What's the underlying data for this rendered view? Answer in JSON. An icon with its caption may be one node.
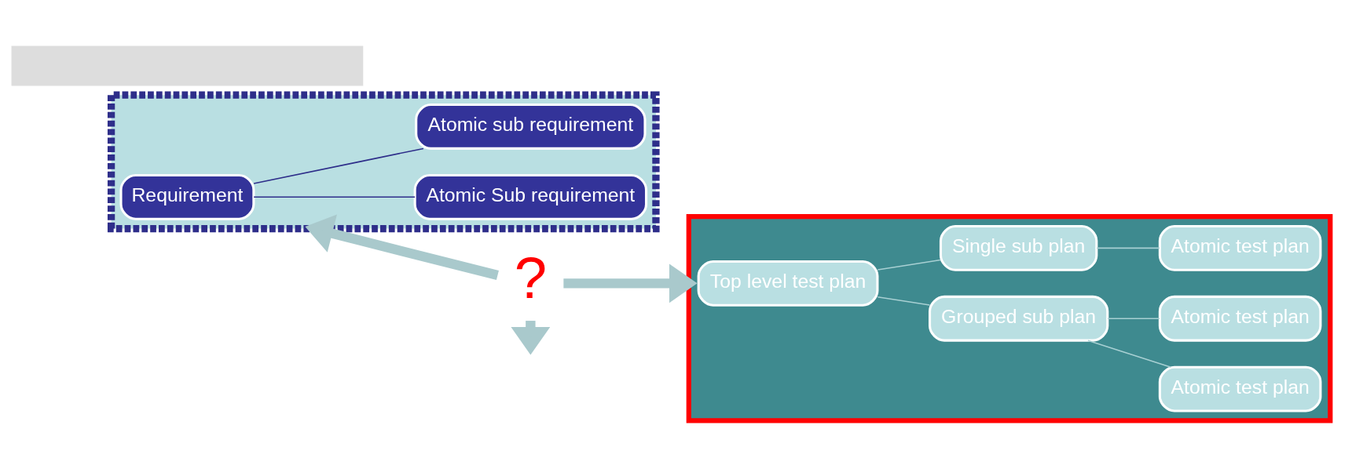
{
  "diagram": {
    "nodes": [
      {
        "text": [],
        "shape": "box"
      },
      {
        "text": [
          "Requirement"
        ],
        "in": 0
      },
      {
        "text": [
          "Atomic Sub requirement"
        ],
        "in": 0
      },
      {
        "text": [
          "Atomic sub requirement"
        ],
        "in": 0
      },
      {
        "text": [],
        "shape": "box"
      },
      {
        "text": [
          "Top level test plan"
        ],
        "in": 4
      },
      {
        "text": [
          "Grouped sub plan"
        ],
        "in": 4
      },
      {
        "text": [
          "Single sub plan"
        ],
        "in": 4
      },
      {
        "text": [
          "Atomic test plan"
        ],
        "in": 4
      },
      {
        "text": [
          "Atomic test plan"
        ],
        "in": 4
      },
      {
        "text": [
          "Atomic test plan"
        ],
        "in": 4
      },
      {
        "text": [
          "?"
        ]
      },
      {
        "text": [],
        "shape": "bar"
      }
    ],
    "edges": [
      {
        "from": 1,
        "to": 2,
        "arrow": "none",
        "color": "#2e2e8a"
      },
      {
        "from": 1,
        "to": 3,
        "arrow": "none",
        "color": "#2e2e8a"
      },
      {
        "from": 5,
        "to": 6,
        "arrow": "none"
      },
      {
        "from": 5,
        "to": 7,
        "arrow": "none"
      },
      {
        "from": 6,
        "to": 8,
        "arrow": "none"
      },
      {
        "from": 6,
        "to": 9,
        "arrow": "none"
      },
      {
        "from": 7,
        "to": 10,
        "arrow": "none"
      },
      {
        "from": 11,
        "to": 0,
        "arrow": "to",
        "style": "thick",
        "color": "#a9c9cc"
      },
      {
        "from": 11,
        "to": 4,
        "arrow": "to",
        "style": "thick",
        "color": "#a9c9cc"
      },
      {
        "from": 11,
        "to": null,
        "arrow": "to",
        "style": "thick",
        "color": "#a9c9cc"
      }
    ]
  }
}
